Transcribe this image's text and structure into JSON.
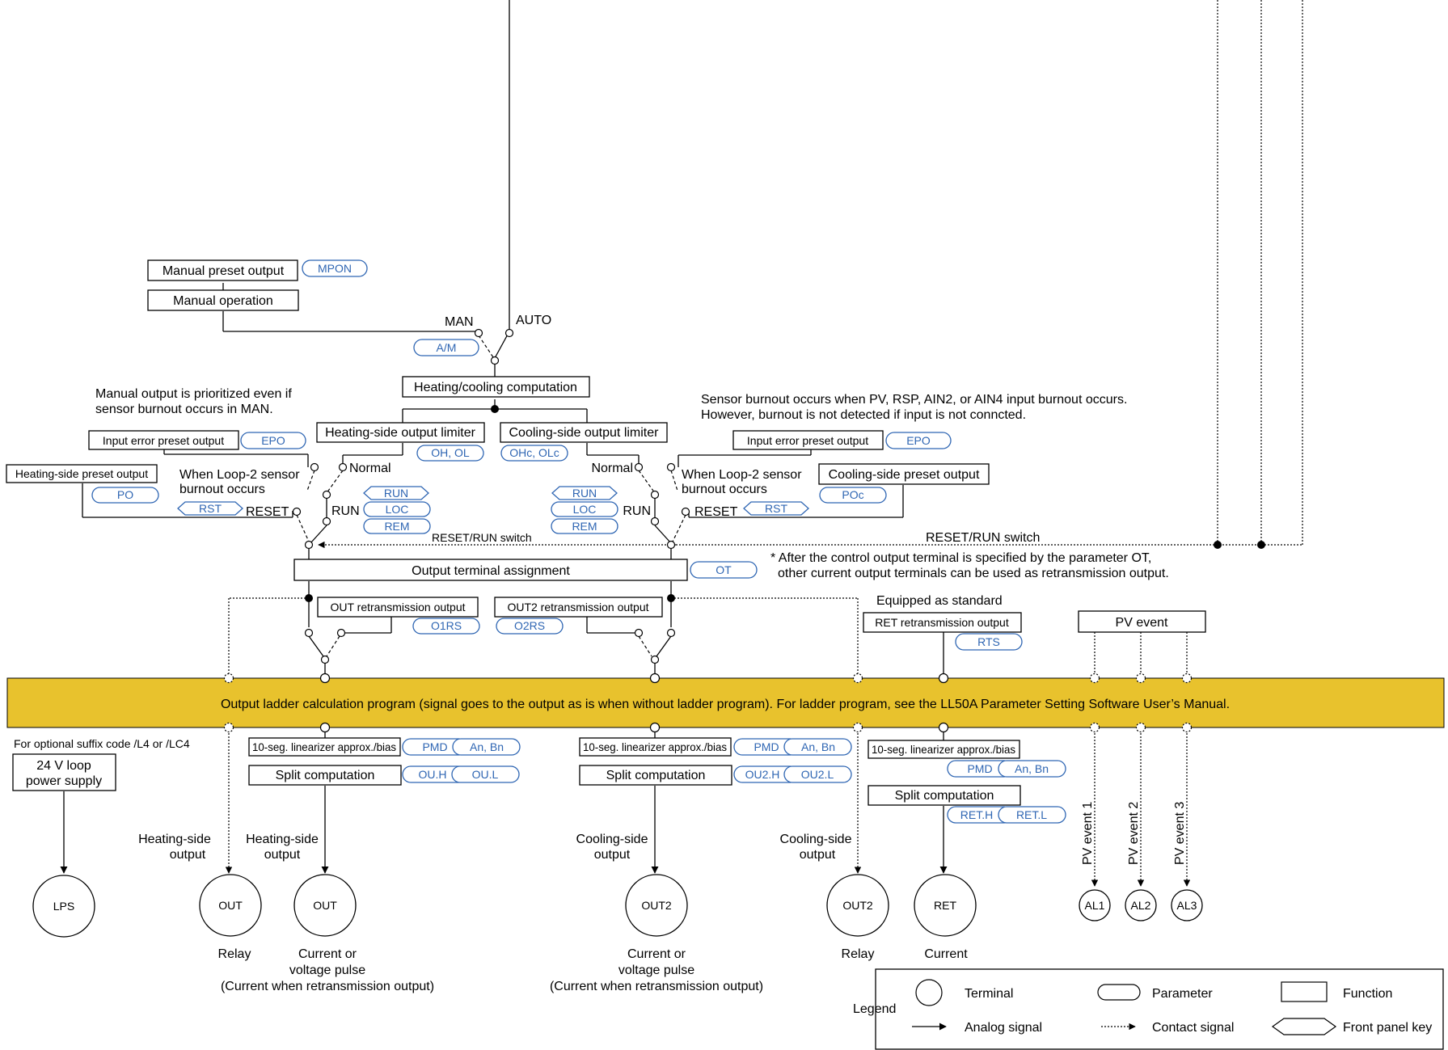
{
  "diagram": {
    "blocks": {
      "manual_preset_output": "Manual preset output",
      "manual_operation": "Manual operation",
      "heating_cooling_computation": "Heating/cooling computation",
      "input_error_preset_output": "Input error preset output",
      "heating_side_output_limiter": "Heating-side output limiter",
      "cooling_side_output_limiter": "Cooling-side output limiter",
      "heating_side_preset_output": "Heating-side preset output",
      "cooling_side_preset_output": "Cooling-side preset output",
      "output_terminal_assignment": "Output terminal assignment",
      "out_retransmission_output": "OUT retransmission output",
      "out2_retransmission_output": "OUT2 retransmission output",
      "ret_retransmission_output": "RET retransmission output",
      "pv_event": "PV event",
      "linearizer": "10-seg. linearizer approx./bias",
      "split_computation": "Split computation",
      "loop_power_line1": "24 V loop",
      "loop_power_line2": "power supply"
    },
    "params": {
      "mpon": "MPON",
      "am": "A/M",
      "epo": "EPO",
      "oh_ol": "OH, OL",
      "ohc_olc": "OHc, OLc",
      "po": "PO",
      "poc": "POc",
      "ot": "OT",
      "o1rs": "O1RS",
      "o2rs": "O2RS",
      "rts": "RTS",
      "pmd": "PMD",
      "an_bn": "An, Bn",
      "ouh": "OU.H",
      "oul": "OU.L",
      "ou2h": "OU2.H",
      "ou2l": "OU2.L",
      "reth": "RET.H",
      "retl": "RET.L"
    },
    "keys": {
      "rst": "RST",
      "run": "RUN",
      "loc": "LOC",
      "rem": "REM"
    },
    "labels": {
      "man": "MAN",
      "auto": "AUTO",
      "normal": "Normal",
      "run": "RUN",
      "reset": "RESET",
      "reset_run_switch": "RESET/RUN switch",
      "when_loop2_1": "When Loop-2 sensor",
      "when_loop2_2": "burnout occurs",
      "manual_note_1": "Manual output is prioritized even if",
      "manual_note_2": "sensor burnout occurs in MAN.",
      "burnout_note_1": "Sensor burnout occurs when PV, RSP, AIN2, or AIN4 input burnout occurs.",
      "burnout_note_2": "However, burnout is not detected if input is not conncted.",
      "ot_note_1": "* After the control output terminal is specified by the parameter OT,",
      "ot_note_2": "other current output terminals can be used as retransmission output.",
      "equipped_standard": "Equipped as standard",
      "ladder": "Output ladder calculation program (signal goes to the output as is when without ladder program).   For ladder program, see the LL50A Parameter Setting Software User’s Manual.",
      "optional_suffix": "For optional suffix code /L4 or /LC4",
      "heating_side": "Heating-side",
      "cooling_side": "Cooling-side",
      "output": "output",
      "relay": "Relay",
      "current_or": "Current or",
      "voltage_pulse": "voltage pulse",
      "current_when": "(Current when retransmission output)",
      "current": "Current",
      "pv_event_1": "PV event 1",
      "pv_event_2": "PV event 2",
      "pv_event_3": "PV event 3"
    },
    "terminals": {
      "lps": "LPS",
      "out": "OUT",
      "out2": "OUT2",
      "ret": "RET",
      "al1": "AL1",
      "al2": "AL2",
      "al3": "AL3"
    },
    "legend": {
      "title": "Legend",
      "terminal": "Terminal",
      "parameter": "Parameter",
      "function": "Function",
      "analog_signal": "Analog signal",
      "contact_signal": "Contact signal",
      "front_panel_key": "Front panel key"
    },
    "colors": {
      "ladder_band": "#e8c22d",
      "parameter_blue": "#2f66b3",
      "line": "#000000"
    }
  }
}
